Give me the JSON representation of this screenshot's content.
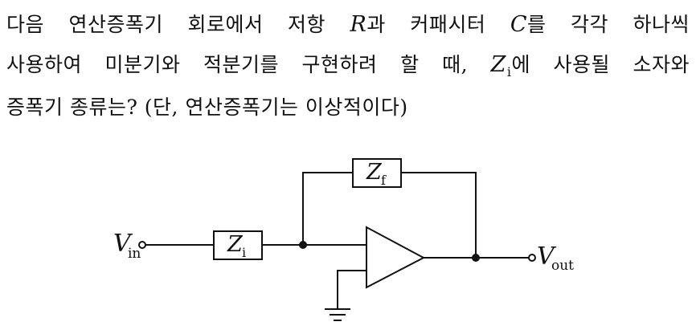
{
  "question": {
    "line1": {
      "pre": "다음 연산증폭기 회로에서 저항",
      "sym_r": "R",
      "mid": "과 커패시터",
      "sym_c": "C",
      "post": "를 각각 하나씩"
    },
    "line2": {
      "pre": "사용하여 미분기와 적분기를 구현하려 할 때,",
      "sym_z": "Z",
      "sym_z_sub": "i",
      "post": "에 사용될 소자와"
    },
    "line3": "증폭기 종류는? (단, 연산증폭기는 이상적이다)"
  },
  "circuit": {
    "input": {
      "symbol": "V",
      "subscript": "in"
    },
    "output": {
      "symbol": "V",
      "subscript": "out"
    },
    "input_impedance": {
      "symbol": "Z",
      "subscript": "i"
    },
    "feedback_impedance": {
      "symbol": "Z",
      "subscript": "f"
    }
  }
}
